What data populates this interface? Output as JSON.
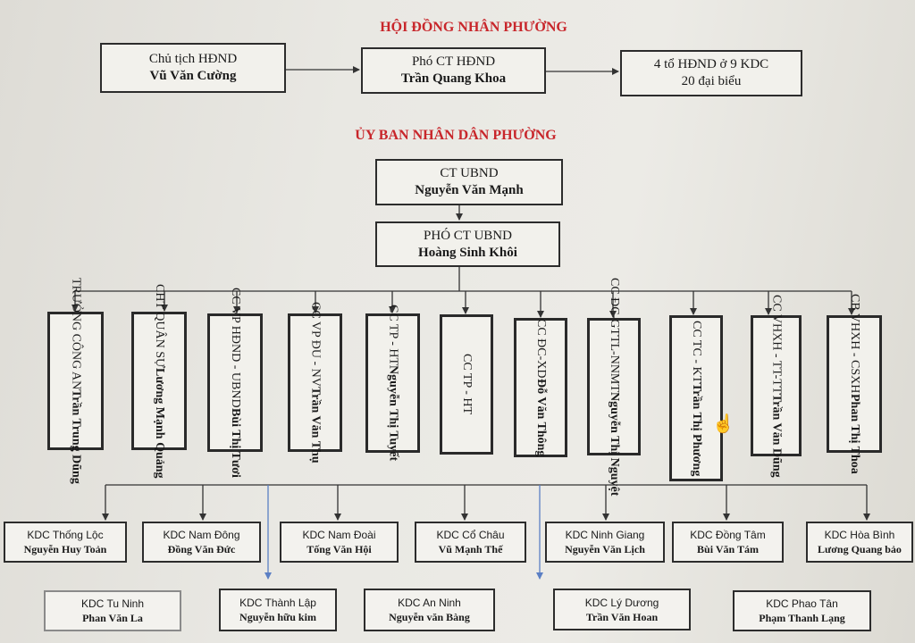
{
  "hdnd": {
    "heading": "HỘI ĐỒNG NHÂN PHƯỜNG",
    "chair": {
      "title": "Chủ tịch HĐND",
      "name": "Vũ Văn Cường"
    },
    "vice": {
      "title": "Phó CT HĐND",
      "name": "Trần Quang Khoa"
    },
    "groups": {
      "line1": "4 tổ HĐND ở 9 KDC",
      "line2": "20 đại biểu"
    }
  },
  "ubnd": {
    "heading": "ỦY BAN NHÂN DÂN PHƯỜNG",
    "chair": {
      "title": "CT UBND",
      "name": "Nguyễn Văn Mạnh"
    },
    "vice": {
      "title": "PHÓ CT UBND",
      "name": "Hoàng Sinh Khôi"
    }
  },
  "departments": [
    {
      "title": "TRƯỞNG CÔNG AN",
      "name": "Trần Trung Dũng"
    },
    {
      "title": "CHT QUÂN SỰ",
      "name": "Lương Mạnh Quảng"
    },
    {
      "title": "CC VP HĐND - UBND",
      "name": "Bùi Thị Tươi"
    },
    {
      "title": "CC VP ĐU - NV",
      "name": "Trần Văn Thụ"
    },
    {
      "title": "CC TP - HT",
      "name": "Nguyễn Thị Tuyết"
    },
    {
      "title": "CC TP - HT",
      "name": ""
    },
    {
      "title": "CC ĐC-XD",
      "name": "Đỗ Văn Thông"
    },
    {
      "title": "CC ĐC-GTTL-NNMT",
      "name": "Nguyễn Thị Nguyệt"
    },
    {
      "title": "CC TC - KT",
      "name": "Trần Thị Phương"
    },
    {
      "title": "CC VHXH - TT-TT",
      "name": "Trần Văn Dũng"
    },
    {
      "title": "CB VHXH - CSXH",
      "name": "Phan Thị Thoa"
    }
  ],
  "kdc_row1": [
    {
      "title": "KDC Thống Lộc",
      "name": "Nguyễn Huy Toản"
    },
    {
      "title": "KDC Nam Đông",
      "name": "Đồng Văn Đức"
    },
    {
      "title": "KDC Nam Đoài",
      "name": "Tống Văn Hội"
    },
    {
      "title": "KDC Cổ Châu",
      "name": "Vũ Mạnh Thế"
    },
    {
      "title": "KDC Ninh Giang",
      "name": "Nguyễn Văn Lịch"
    },
    {
      "title": "KDC Đồng Tâm",
      "name": "Bùi Văn Tám"
    },
    {
      "title": "KDC Hòa Bình",
      "name": "Lương Quang bảo"
    }
  ],
  "kdc_row2": [
    {
      "title": "KDC Tu Ninh",
      "name": "Phan Văn La"
    },
    {
      "title": "KDC Thành Lập",
      "name": "Nguyễn hữu kim"
    },
    {
      "title": "KDC An Ninh",
      "name": "Nguyễn văn Bàng"
    },
    {
      "title": "KDC Lý Dương",
      "name": "Trần Văn Hoan"
    },
    {
      "title": "KDC Phao Tân",
      "name": "Phạm Thanh Lạng"
    }
  ],
  "colors": {
    "heading": "#c8262b",
    "line": "#333333",
    "blue_arrow": "#5b7fc4"
  },
  "icons": {
    "cursor": "hand-pointer-icon"
  }
}
